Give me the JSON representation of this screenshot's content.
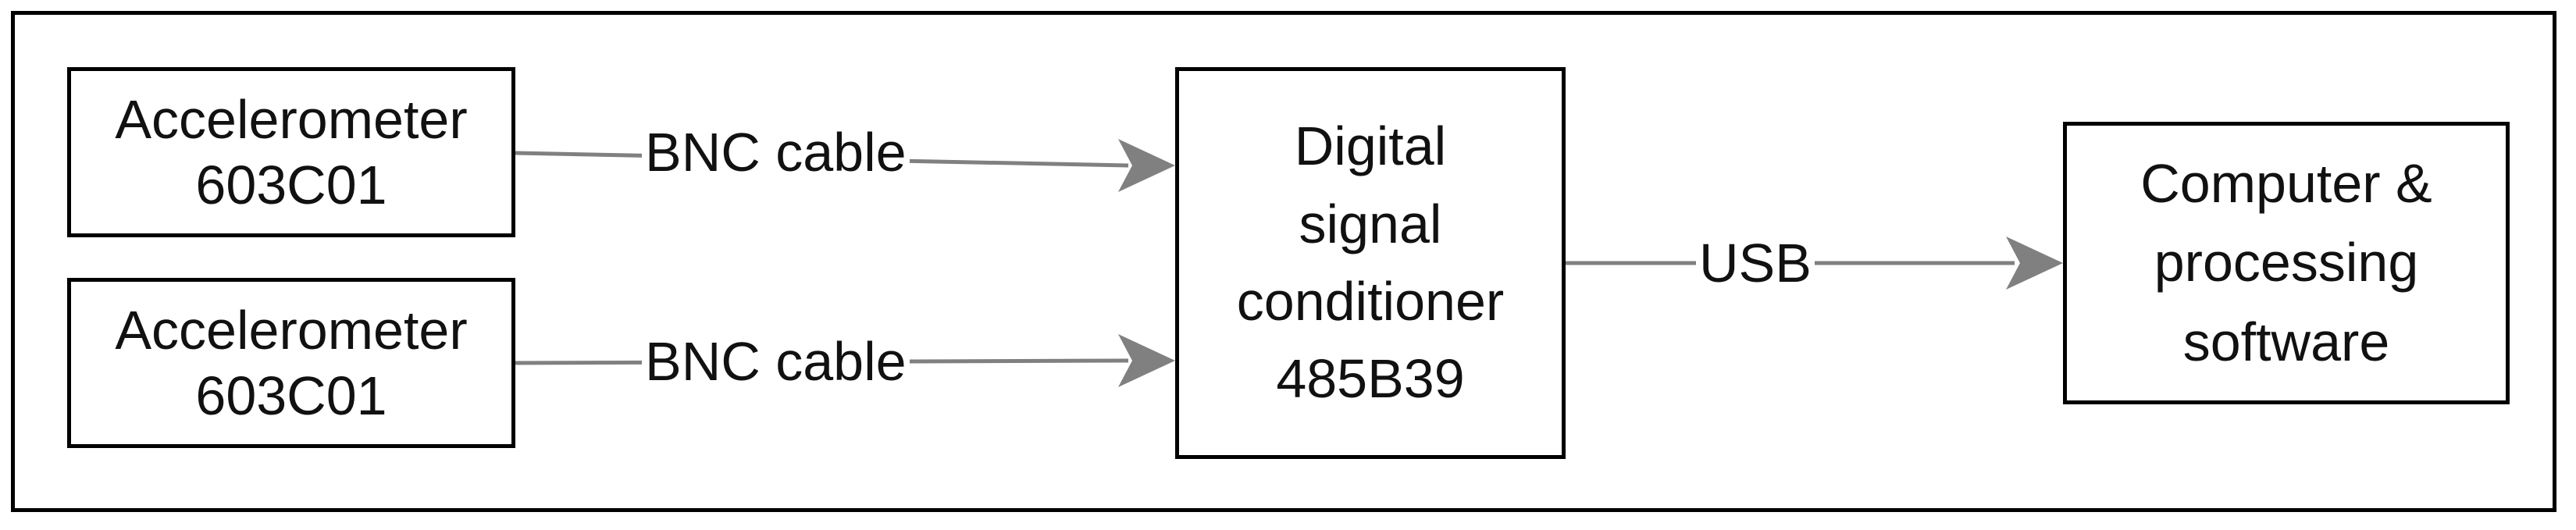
{
  "nodes": {
    "accel_top": {
      "lines": [
        "Accelerometer",
        "603C01"
      ]
    },
    "accel_bottom": {
      "lines": [
        "Accelerometer",
        "603C01"
      ]
    },
    "conditioner": {
      "lines": [
        "Digital",
        "signal",
        "conditioner",
        "485B39"
      ]
    },
    "computer": {
      "lines": [
        "Computer &",
        "processing",
        "software"
      ]
    }
  },
  "edges": {
    "top_cable": "BNC cable",
    "bottom_cable": "BNC cable",
    "usb": "USB"
  },
  "colors": {
    "arrow": "#808080",
    "border": "#000000"
  }
}
